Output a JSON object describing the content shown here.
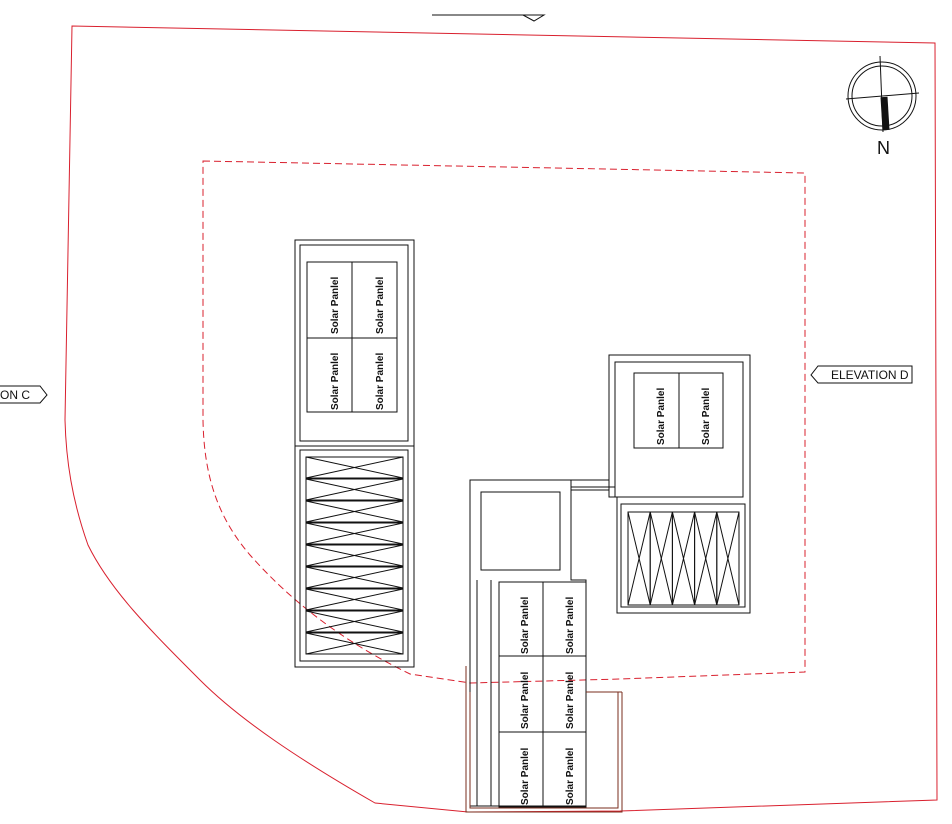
{
  "elevation_left": "ON C",
  "elevation_right": "ELEVATION D",
  "north_label": "N",
  "panel_label": "Solar Panlel",
  "colors": {
    "site_boundary": "#d9202e",
    "setback_line": "#d9202e",
    "linework": "#111111",
    "brown_edge": "#7a2e1e"
  },
  "icons": {
    "north_arrow": "north-arrow-icon",
    "elevation_marker": "elevation-marker-icon"
  }
}
